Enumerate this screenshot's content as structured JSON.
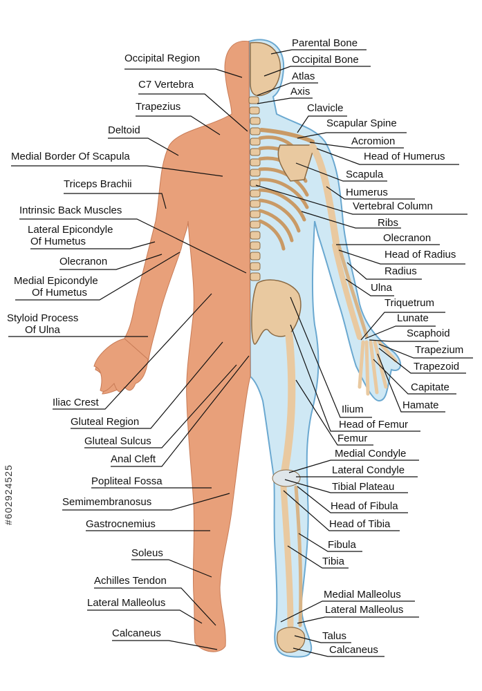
{
  "colors": {
    "skin": "#e8a07a",
    "skin_shade": "#d98862",
    "bone": "#e9c9a0",
    "bone_shade": "#c99a66",
    "silhouette": "#cfe8f4",
    "silhouette_edge": "#6aa8d0",
    "leader": "#111111"
  },
  "stock_id": "#602924525",
  "labels_left": [
    {
      "text": "Occipital Region"
    },
    {
      "text": "C7 Vertebra"
    },
    {
      "text": "Trapezius"
    },
    {
      "text": "Deltoid"
    },
    {
      "text": "Medial Border Of Scapula"
    },
    {
      "text": "Triceps Brachii"
    },
    {
      "text": "Intrinsic Back Muscles"
    },
    {
      "text": "Lateral Epicondyle",
      "text2": "Of Humetus"
    },
    {
      "text": "Olecranon"
    },
    {
      "text": "Medial Epicondyle",
      "text2": "Of Humetus"
    },
    {
      "text": "Styloid Process",
      "text2": "Of Ulna"
    },
    {
      "text": "Iliac Crest"
    },
    {
      "text": "Gluteal Region"
    },
    {
      "text": "Gluteal Sulcus"
    },
    {
      "text": "Anal Cleft"
    },
    {
      "text": "Popliteal Fossa"
    },
    {
      "text": "Semimembranosus"
    },
    {
      "text": "Gastrocnemius"
    },
    {
      "text": "Soleus"
    },
    {
      "text": "Achilles Tendon"
    },
    {
      "text": "Lateral Malleolus"
    },
    {
      "text": "Calcaneus"
    }
  ],
  "labels_right": [
    {
      "text": "Parental Bone"
    },
    {
      "text": "Occipital Bone"
    },
    {
      "text": "Atlas"
    },
    {
      "text": "Axis"
    },
    {
      "text": "Clavicle"
    },
    {
      "text": "Scapular Spine"
    },
    {
      "text": "Acromion"
    },
    {
      "text": "Head of Humerus"
    },
    {
      "text": "Scapula"
    },
    {
      "text": "Humerus"
    },
    {
      "text": "Vertebral Column"
    },
    {
      "text": "Ribs"
    },
    {
      "text": "Olecranon"
    },
    {
      "text": "Head of Radius"
    },
    {
      "text": "Radius"
    },
    {
      "text": "Ulna"
    },
    {
      "text": "Triquetrum"
    },
    {
      "text": "Lunate"
    },
    {
      "text": "Scaphoid"
    },
    {
      "text": "Trapezium"
    },
    {
      "text": "Trapezoid"
    },
    {
      "text": "Capitate"
    },
    {
      "text": "Hamate"
    },
    {
      "text": "Ilium"
    },
    {
      "text": "Head of Femur"
    },
    {
      "text": "Femur"
    },
    {
      "text": "Medial Condyle"
    },
    {
      "text": "Lateral Condyle"
    },
    {
      "text": "Tibial Plateau"
    },
    {
      "text": "Head of Fibula"
    },
    {
      "text": "Head of Tibia"
    },
    {
      "text": "Fibula"
    },
    {
      "text": "Tibia"
    },
    {
      "text": "Medial Malleolus"
    },
    {
      "text": "Lateral Malleolus"
    },
    {
      "text": "Talus"
    },
    {
      "text": "Calcaneus"
    }
  ]
}
